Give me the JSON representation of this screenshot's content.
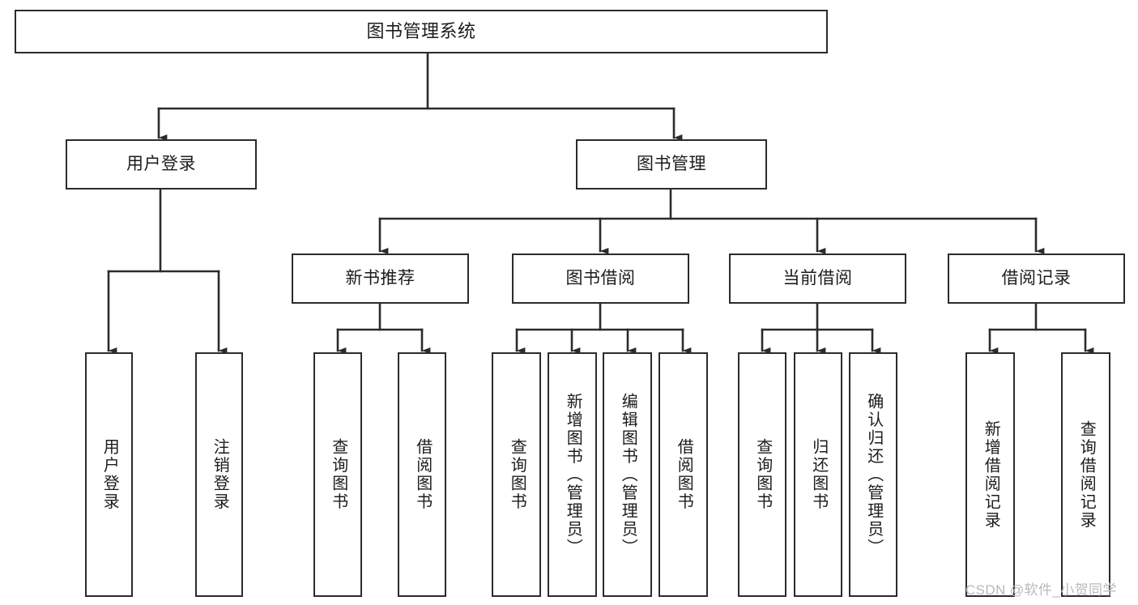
{
  "diagram": {
    "type": "tree-hierarchy-flowchart",
    "title": "图书管理系统",
    "orientation": "top-down",
    "line_color": "#2b2b2b",
    "box_fill": "#ffffff",
    "box_border": "#2b2b2b",
    "levels": 4,
    "nodes": {
      "root": {
        "label": "图书管理系统"
      },
      "l2": [
        {
          "label": "用户登录"
        },
        {
          "label": "图书管理"
        }
      ],
      "l3": [
        {
          "label": "新书推荐"
        },
        {
          "label": "图书借阅"
        },
        {
          "label": "当前借阅"
        },
        {
          "label": "借阅记录"
        }
      ],
      "leaves": [
        {
          "label": "用户登录",
          "parent": "用户登录"
        },
        {
          "label": "注销登录",
          "parent": "用户登录"
        },
        {
          "label": "查询图书",
          "parent": "新书推荐"
        },
        {
          "label": "借阅图书",
          "parent": "新书推荐"
        },
        {
          "label": "查询图书",
          "parent": "图书借阅"
        },
        {
          "label": "新增图书（管理员）",
          "parent": "图书借阅"
        },
        {
          "label": "编辑图书（管理员）",
          "parent": "图书借阅"
        },
        {
          "label": "借阅图书",
          "parent": "图书借阅"
        },
        {
          "label": "查询图书",
          "parent": "当前借阅"
        },
        {
          "label": "归还图书",
          "parent": "当前借阅"
        },
        {
          "label": "确认归还（管理员）",
          "parent": "当前借阅"
        },
        {
          "label": "新增借阅记录",
          "parent": "借阅记录"
        },
        {
          "label": "查询借阅记录",
          "parent": "借阅记录"
        }
      ]
    },
    "watermark": "CSDN @软件_小贺同学"
  }
}
